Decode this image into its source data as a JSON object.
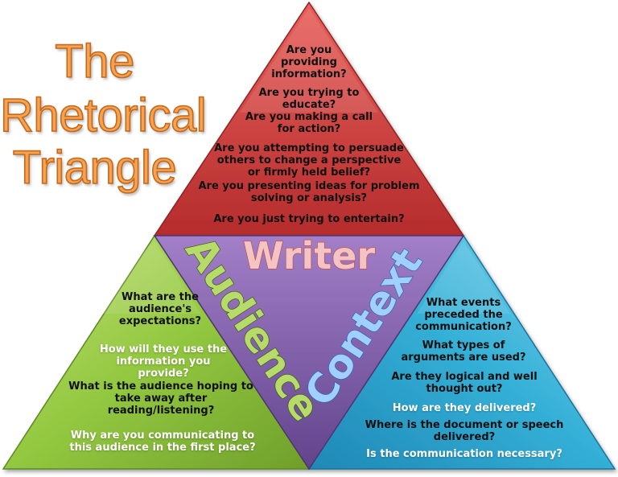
{
  "title_lines": [
    "The",
    "Rhetorical",
    "Triangle"
  ],
  "labels": {
    "writer": "Writer",
    "audience": "Audience",
    "context": "Context"
  },
  "writer_questions": [
    "Are you providing information?",
    "Are you trying to educate?",
    "Are you making a call for action?",
    "Are you attempting to persuade others to change a perspective or firmly held belief?",
    "Are you presenting ideas for problem solving or analysis?",
    "Are you just trying to entertain?"
  ],
  "audience_questions": [
    "What are the audience's expectations?",
    "How will they use the information you provide?",
    "What is the audience hoping to take away after reading/listening?",
    "Why are you communicating to this audience in the first place?"
  ],
  "context_questions": [
    "What events preceded the communication?",
    "What types of arguments are used?",
    "Are they logical and well thought out?",
    "How are they delivered?",
    "Where is the document or speech delivered?",
    "Is the communication necessary?"
  ],
  "colors": {
    "writer": "#cf3f3c",
    "audience": "#93c840",
    "context": "#33afd6",
    "center": "#7c5aa6",
    "title": "#f6a251"
  }
}
